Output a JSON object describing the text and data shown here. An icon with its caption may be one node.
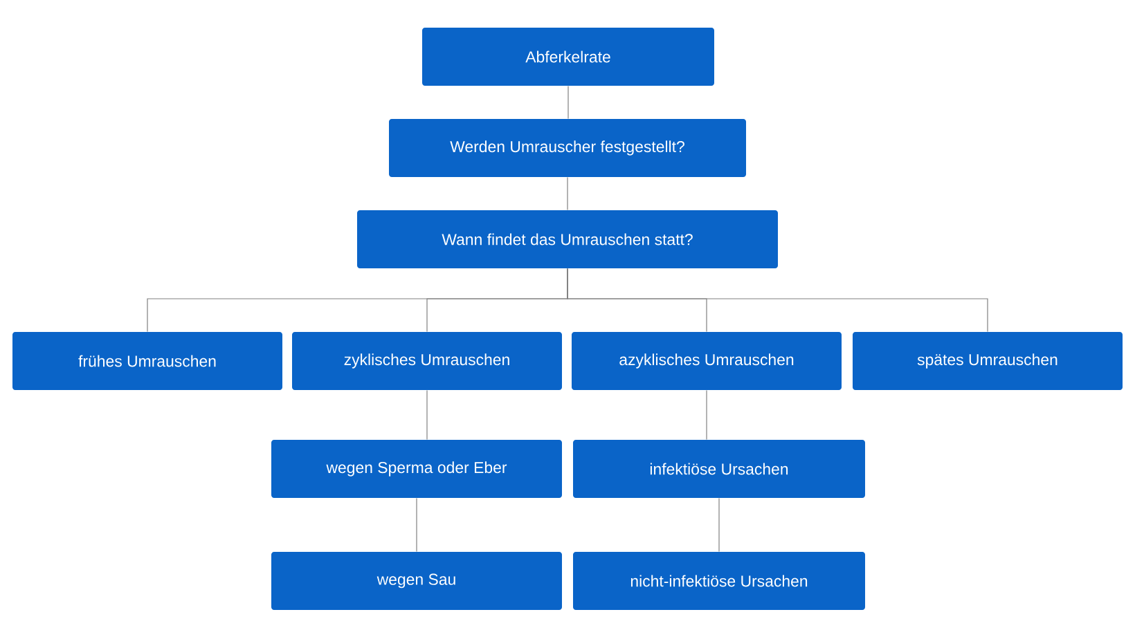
{
  "diagram": {
    "nodes": [
      {
        "text": [
          "Abferkelrate"
        ]
      },
      {
        "text": [
          "Werden Umrauscher festgestellt?"
        ]
      },
      {
        "text": [
          "Wann findet das Umrauschen statt?"
        ]
      },
      {
        "text": [
          "frühes Umrauschen"
        ]
      },
      {
        "text": [
          "zyklisches Umrauschen"
        ]
      },
      {
        "text": [
          "azyklisches Umrauschen"
        ]
      },
      {
        "text": [
          "spätes Umrauschen"
        ]
      },
      {
        "text": [
          "wegen Sperma oder Eber"
        ]
      },
      {
        "text": [
          "infektiöse Ursachen"
        ]
      },
      {
        "text": [
          "wegen Sau"
        ]
      },
      {
        "text": [
          "nicht-infektiöse Ursachen"
        ]
      }
    ],
    "edges": [
      {
        "from": 0,
        "to": 1,
        "arrow": "none"
      },
      {
        "from": 1,
        "to": 2,
        "arrow": "none"
      },
      {
        "from": 2,
        "to": 3,
        "arrow": "none"
      },
      {
        "from": 2,
        "to": 4,
        "arrow": "none"
      },
      {
        "from": 2,
        "to": 5,
        "arrow": "none"
      },
      {
        "from": 2,
        "to": 6,
        "arrow": "none"
      },
      {
        "from": 4,
        "to": 7,
        "arrow": "none"
      },
      {
        "from": 7,
        "to": 9,
        "arrow": "none"
      },
      {
        "from": 5,
        "to": 8,
        "arrow": "none"
      },
      {
        "from": 8,
        "to": 10,
        "arrow": "none"
      }
    ]
  }
}
